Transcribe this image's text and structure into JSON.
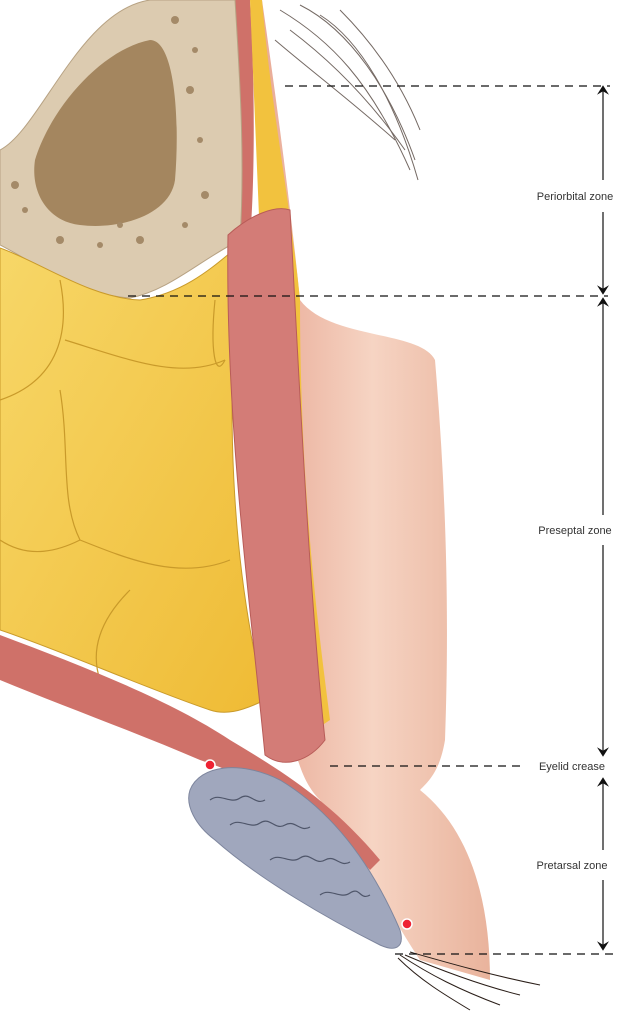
{
  "labels": {
    "periorbital": "Periorbital zone",
    "preseptal": "Preseptal zone",
    "eyelid_crease": "Eyelid crease",
    "pretarsal": "Pretarsal zone"
  },
  "colors": {
    "bone": "#d9c6aa",
    "bone_cavity": "#a88a64",
    "fat": "#f4c94a",
    "muscle": "#d27a78",
    "skin": "#f1c4ae",
    "tarsus": "#9aa2b8",
    "line": "#111111"
  }
}
